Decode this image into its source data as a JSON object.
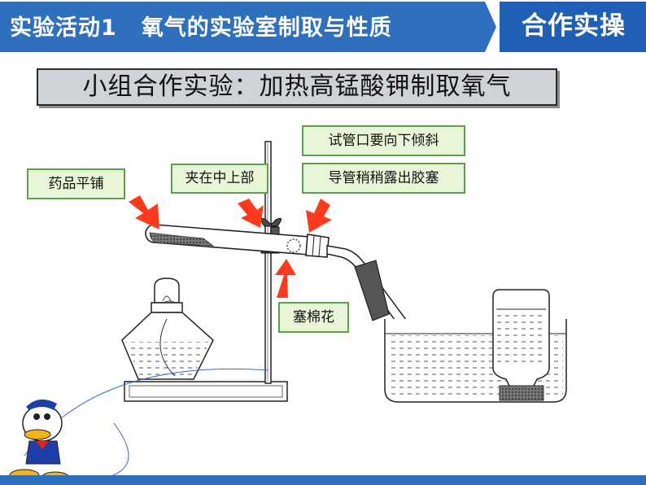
{
  "header": {
    "left_title": "实验活动1",
    "main_title": "氧气的实验室制取与性质",
    "badge": "合作实操"
  },
  "subtitle": "小组合作实验：加热高锰酸钾制取氧气",
  "labels": {
    "tilt": "试管口要向下倾斜",
    "clamp": "夹在中上部",
    "powder": "药品平铺",
    "tube": "导管稍稍露出胶塞",
    "cotton": "塞棉花"
  },
  "colors": {
    "header_blue": "#2e6fbe",
    "label_fill": "#e8f6d7",
    "label_border": "#5aa14a",
    "arrow_red": "#ff3b1f"
  }
}
